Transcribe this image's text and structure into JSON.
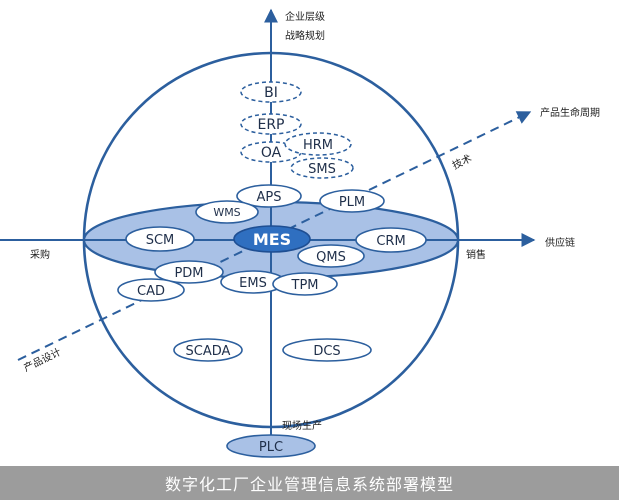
{
  "diagram": {
    "axis_labels": {
      "top_line1": "企业层级",
      "top_line2": "战略规划",
      "left": "采购",
      "right_end": "供应链",
      "right_inner": "销售",
      "diag_top": "产品生命周期",
      "diag_mid": "技术",
      "diag_bottom": "产品设计",
      "bottom": "现场生产"
    },
    "nodes": {
      "bi": "BI",
      "erp": "ERP",
      "oa": "OA",
      "hrm": "HRM",
      "sms": "SMS",
      "aps": "APS",
      "wms": "WMS",
      "plm": "PLM",
      "mes": "MES",
      "scm": "SCM",
      "crm": "CRM",
      "qms": "QMS",
      "pdm": "PDM",
      "cad": "CAD",
      "ems": "EMS",
      "tpm": "TPM",
      "scada": "SCADA",
      "dcs": "DCS",
      "plc": "PLC"
    }
  },
  "caption": "数字化工厂企业管理信息系统部署模型"
}
